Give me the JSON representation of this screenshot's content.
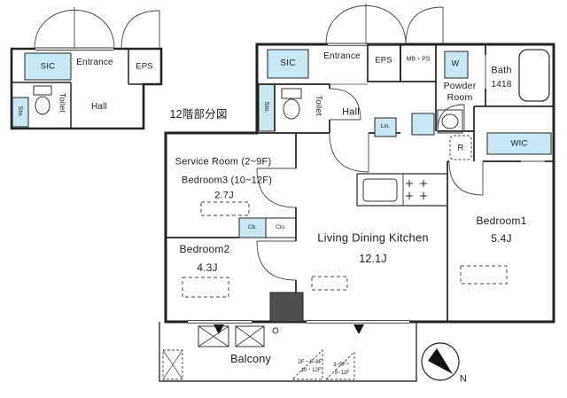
{
  "inset": {
    "sic": "SIC",
    "entrance": "Entrance",
    "eps": "EPS",
    "toilet": "Toilet",
    "hall": "Hall",
    "sto": "Sto.",
    "caption": "12階部分図"
  },
  "main": {
    "sic": "SIC",
    "entrance": "Entrance",
    "eps": "EPS",
    "mbps": "MB・PS",
    "w": "W",
    "powder1": "Powder",
    "powder2": "Room",
    "bath": "Bath",
    "bath_size": "1418",
    "sto": "Sto.",
    "toilet": "Toilet",
    "hall": "Hall",
    "lin": "Lin.",
    "r": "R",
    "wic": "WIC",
    "service1": "Service Room (2~9F)",
    "service2": "Bedroom3 (10~12F)",
    "service_size": "2.7J",
    "bedroom2": "Bedroom2",
    "bedroom2_size": "4.3J",
    "ldk": "Living Dining Kitchen",
    "ldk_size": "12.1J",
    "bedroom1": "Bedroom1",
    "bedroom1_size": "5.4J",
    "cb": "Cb.",
    "clo": "Clo.",
    "balcony": "Balcony",
    "ac_note1_line1": "2F・6~8F",
    "ac_note1_line2": "10・12F",
    "ac_note2_line1": "3~5F・",
    "ac_note2_line2": "9~11F",
    "north": "N"
  },
  "colors": {
    "wall": "#222222",
    "closet_blue": "#c9e8f6",
    "pillar": "#4f4f4f"
  }
}
